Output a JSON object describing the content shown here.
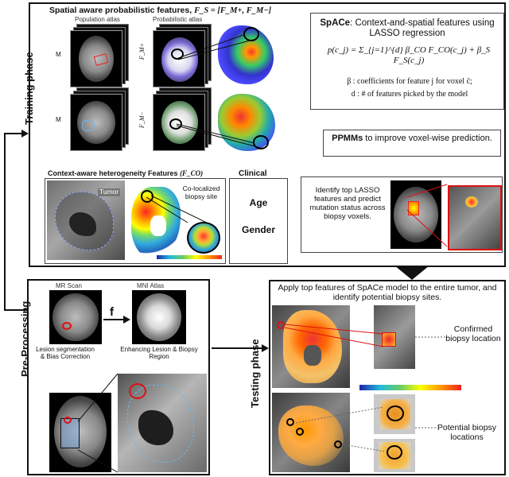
{
  "training": {
    "phase_label": "Training phase",
    "spatial_title": "Spatial aware probabilistic features,",
    "spatial_formula": "F_S = [F_M+, F_M−]",
    "population_atlas": "Population atlas",
    "probabilistic_atlas": "Probabilistic atlas",
    "m_label_1": "M",
    "m_label_2": "M",
    "fm_plus": "F_M+",
    "fm_minus": "F_M−",
    "context_title": "Context-aware heterogeneity Features",
    "context_formula": "(F_CO)",
    "tumor_label": "Tumor",
    "colocalized_label": "Co-localized biopsy site",
    "clinical_title": "Clinical",
    "age": "Age",
    "gender": "Gender"
  },
  "space": {
    "title_bold": "SpACe",
    "title_rest": ": Context-and-spatial features using LASSO regression",
    "equation": "p(c_j) = Σ_{j=1}^{d} β_CO F_CO(c_j) + β_S F_S(c_j)",
    "beta_def": "β : coefficients for feature j for voxel c̄;",
    "d_def": "d : # of features picked by the model"
  },
  "ppmm": {
    "bold": "PPMMs",
    "rest": " to improve voxel-wise prediction."
  },
  "identify": {
    "text": "Identify top LASSO features and predict mutation status across biopsy voxels."
  },
  "preproc": {
    "phase_label": "Pre-Processing",
    "mr_scan": "MR Scan",
    "mni_atlas": "MNI Atlas",
    "f_label": "f",
    "lesion_seg": "Lesion segmentation & Bias Correction",
    "enhancing": "Enhancing Lesion & Biopsy Region"
  },
  "testing": {
    "phase_label": "Testing phase",
    "title": "Apply top features of SpACe model to the entire tumor, and identify potential biopsy sites.",
    "confirmed": "Confirmed biopsy location",
    "potential": "Potential biopsy locations"
  },
  "colors": {
    "heat_red": "#e52222",
    "heat_blue": "#2233aa",
    "outline_blue": "#6fb6e8",
    "annotation_red": "#d11111"
  }
}
